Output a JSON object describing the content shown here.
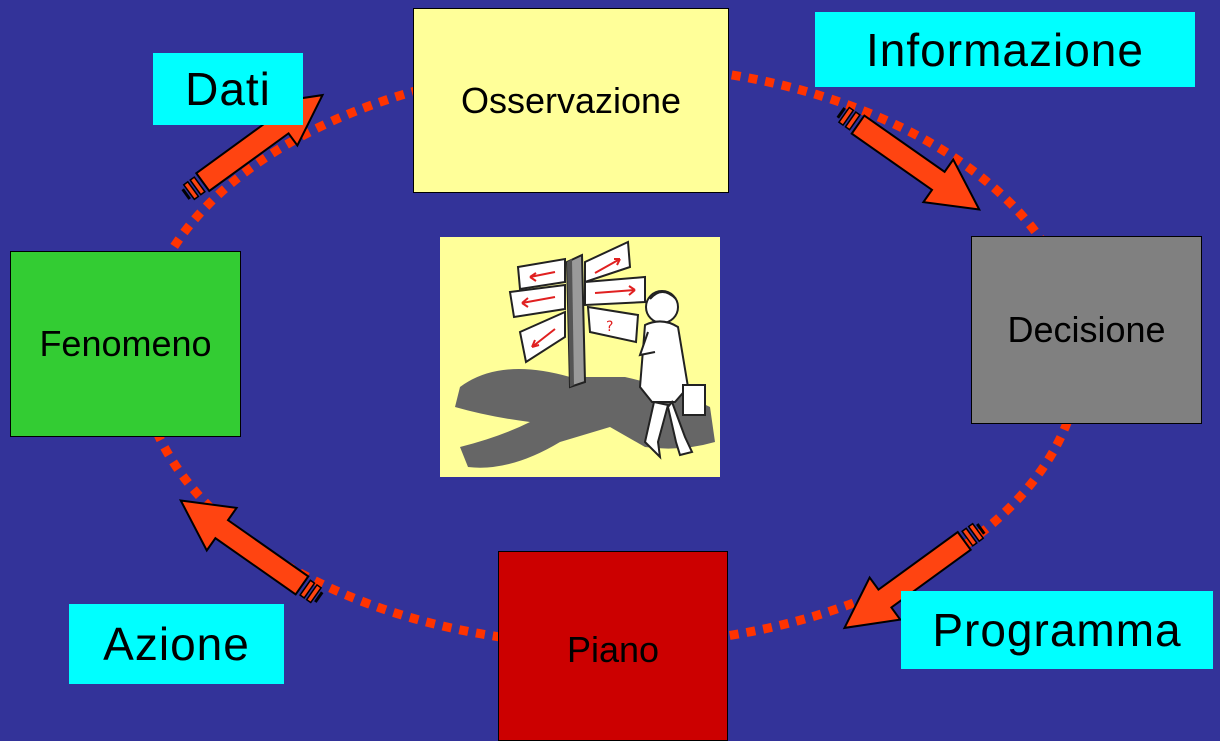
{
  "nodes": {
    "osservazione": "Osservazione",
    "decisione": "Decisione",
    "piano": "Piano",
    "fenomeno": "Fenomeno"
  },
  "edges": {
    "dati": "Dati",
    "informazione": "Informazione",
    "programma": "Programma",
    "azione": "Azione"
  },
  "colors": {
    "background": "#333399",
    "dotted_cycle": "#ff3300",
    "arrow": "#ff4411",
    "edge_label_bg": "#00ffff",
    "osservazione": "#ffff99",
    "decisione": "#808080",
    "piano": "#cc0000",
    "fenomeno": "#33cc33"
  },
  "center_picture": "clipart-signpost-person"
}
